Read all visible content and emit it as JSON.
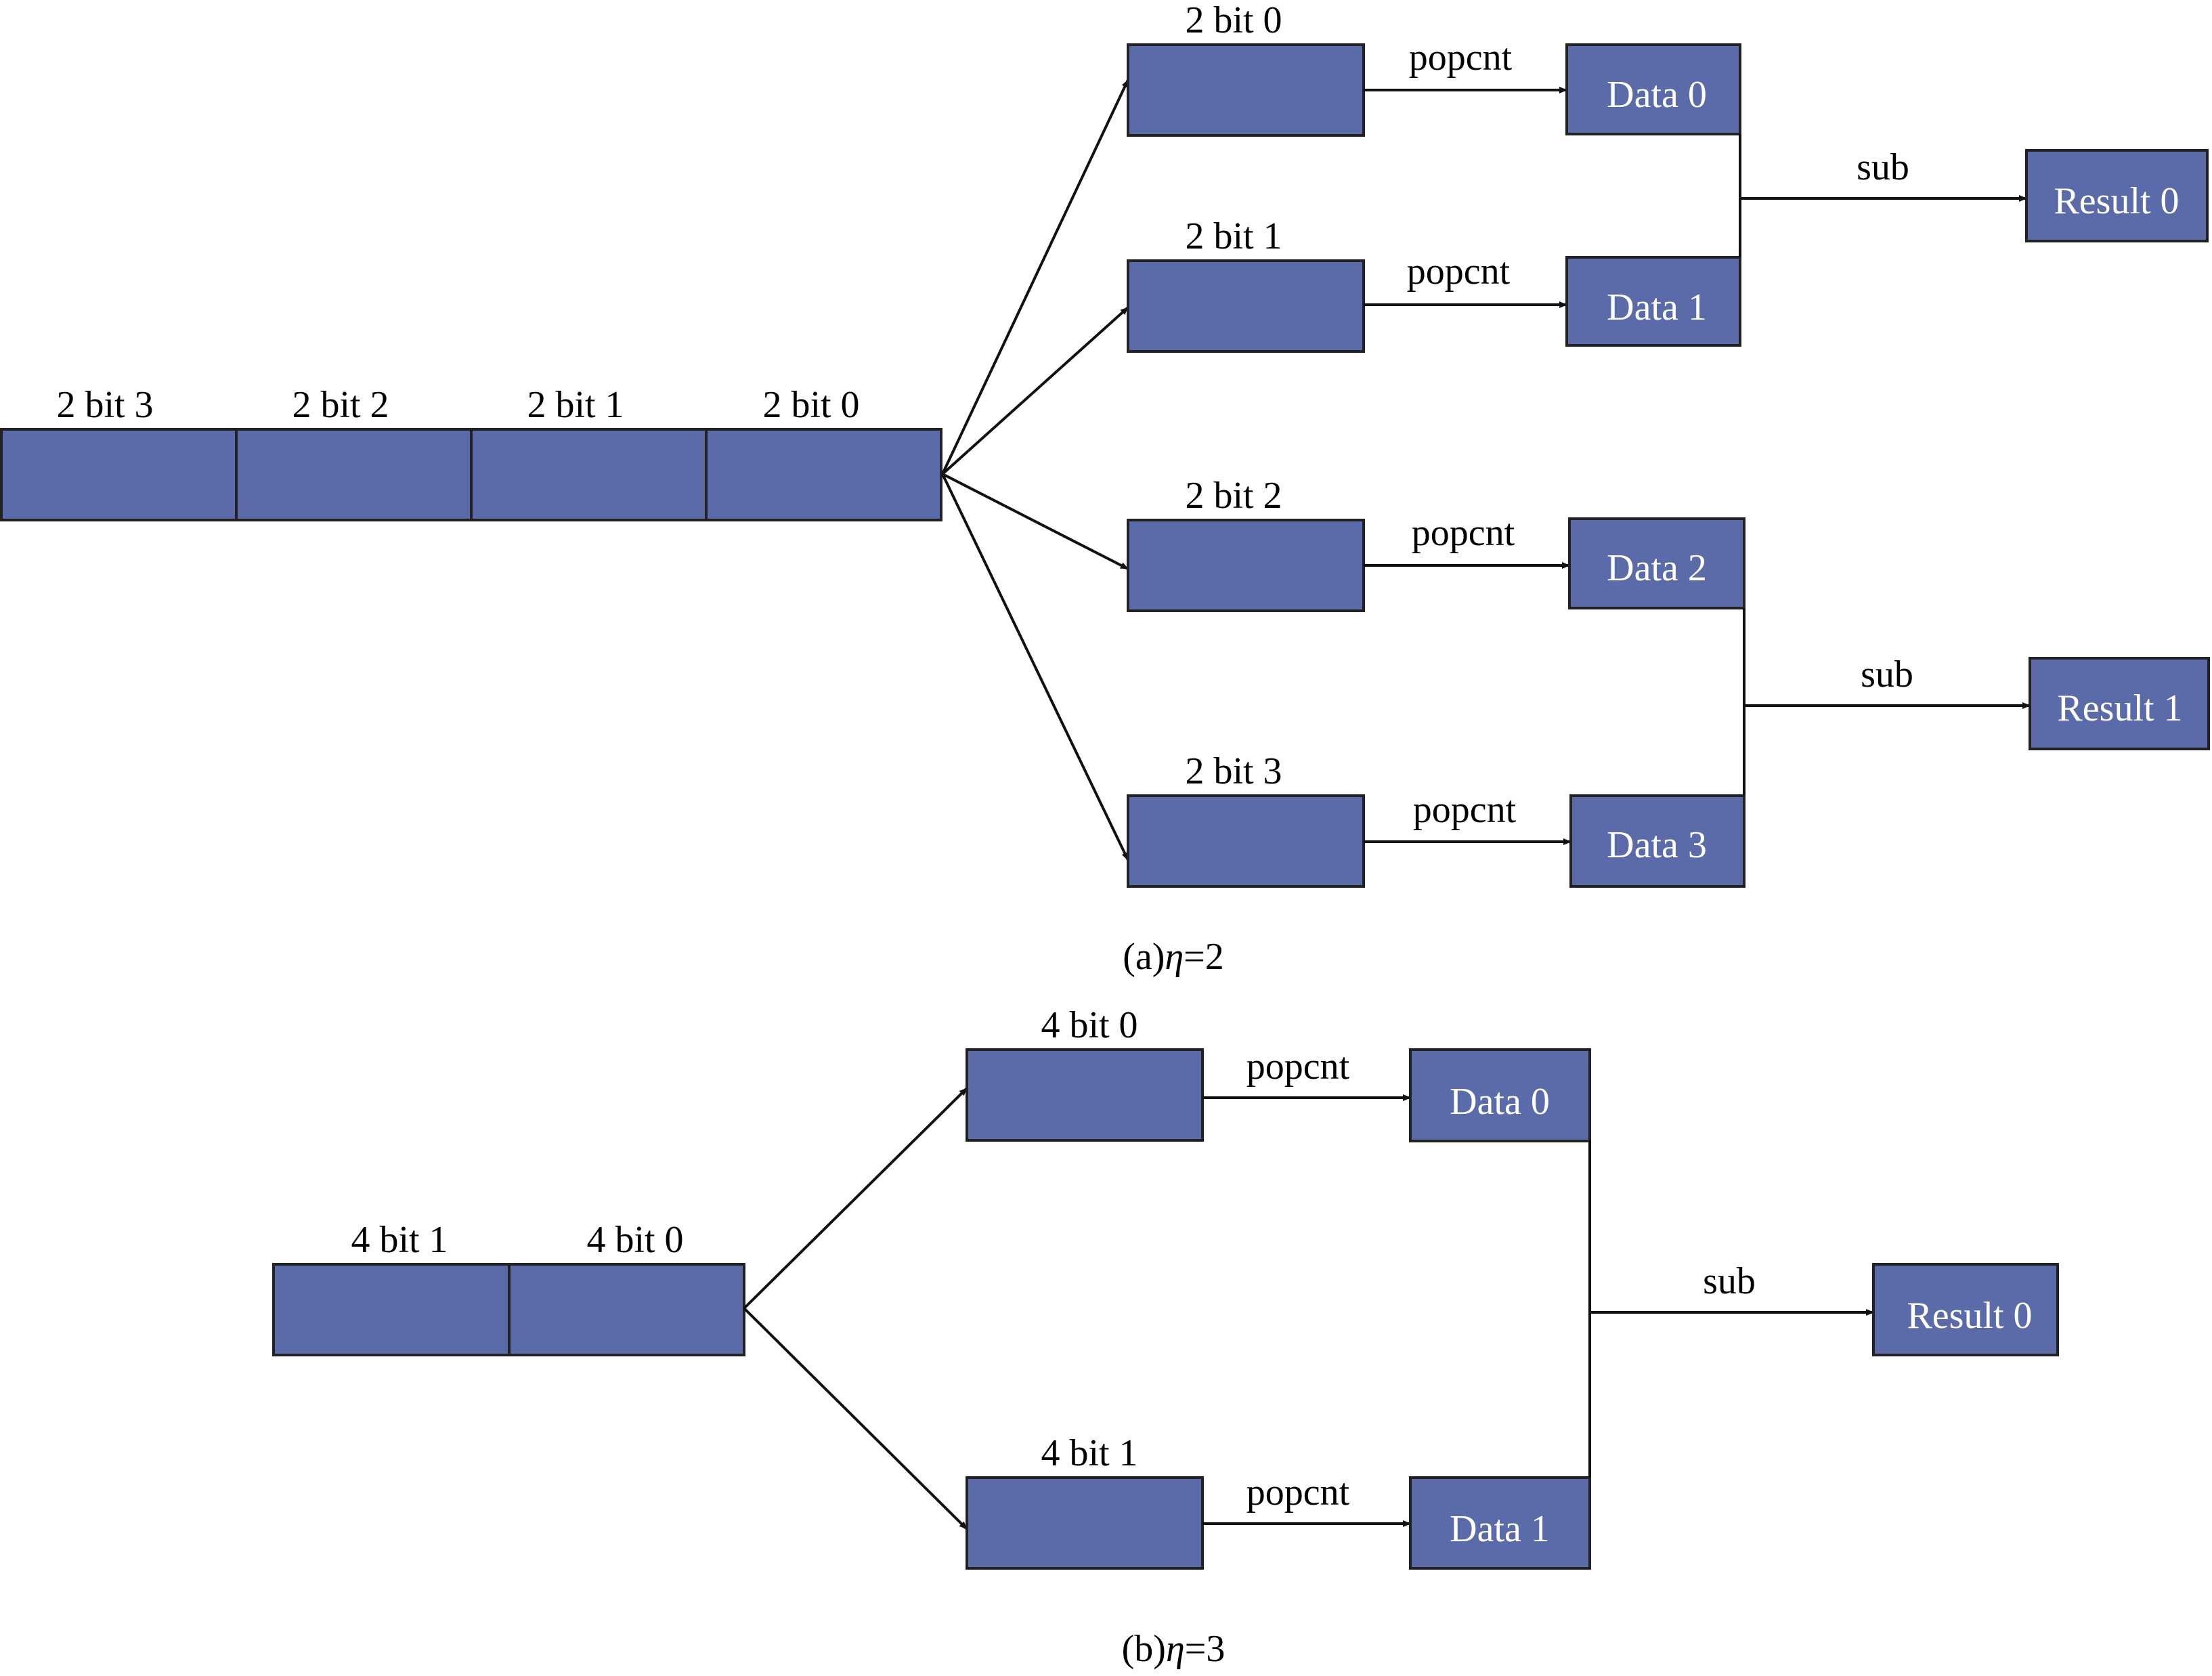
{
  "colors": {
    "box_fill": "#5b6aa8",
    "line": "#111111"
  },
  "panel_a": {
    "caption_prefix": "(a)",
    "caption_symbol": "η",
    "caption_suffix": "=2",
    "register_fields": [
      "2 bit 3",
      "2 bit 2",
      "2 bit 1",
      "2 bit 0"
    ],
    "split_fields": [
      "2 bit 0",
      "2 bit 1",
      "2 bit 2",
      "2 bit 3"
    ],
    "popcnt_label": "popcnt",
    "data": [
      "Data 0",
      "Data 1",
      "Data 2",
      "Data 3"
    ],
    "sub_label": "sub",
    "results": [
      "Result 0",
      "Result 1"
    ]
  },
  "panel_b": {
    "caption_prefix": "(b)",
    "caption_symbol": "η",
    "caption_suffix": "=3",
    "register_fields": [
      "4 bit 1",
      "4 bit 0"
    ],
    "split_fields": [
      "4 bit 0",
      "4 bit 1"
    ],
    "popcnt_label": "popcnt",
    "data": [
      "Data 0",
      "Data 1"
    ],
    "sub_label": "sub",
    "results": [
      "Result 0"
    ]
  }
}
